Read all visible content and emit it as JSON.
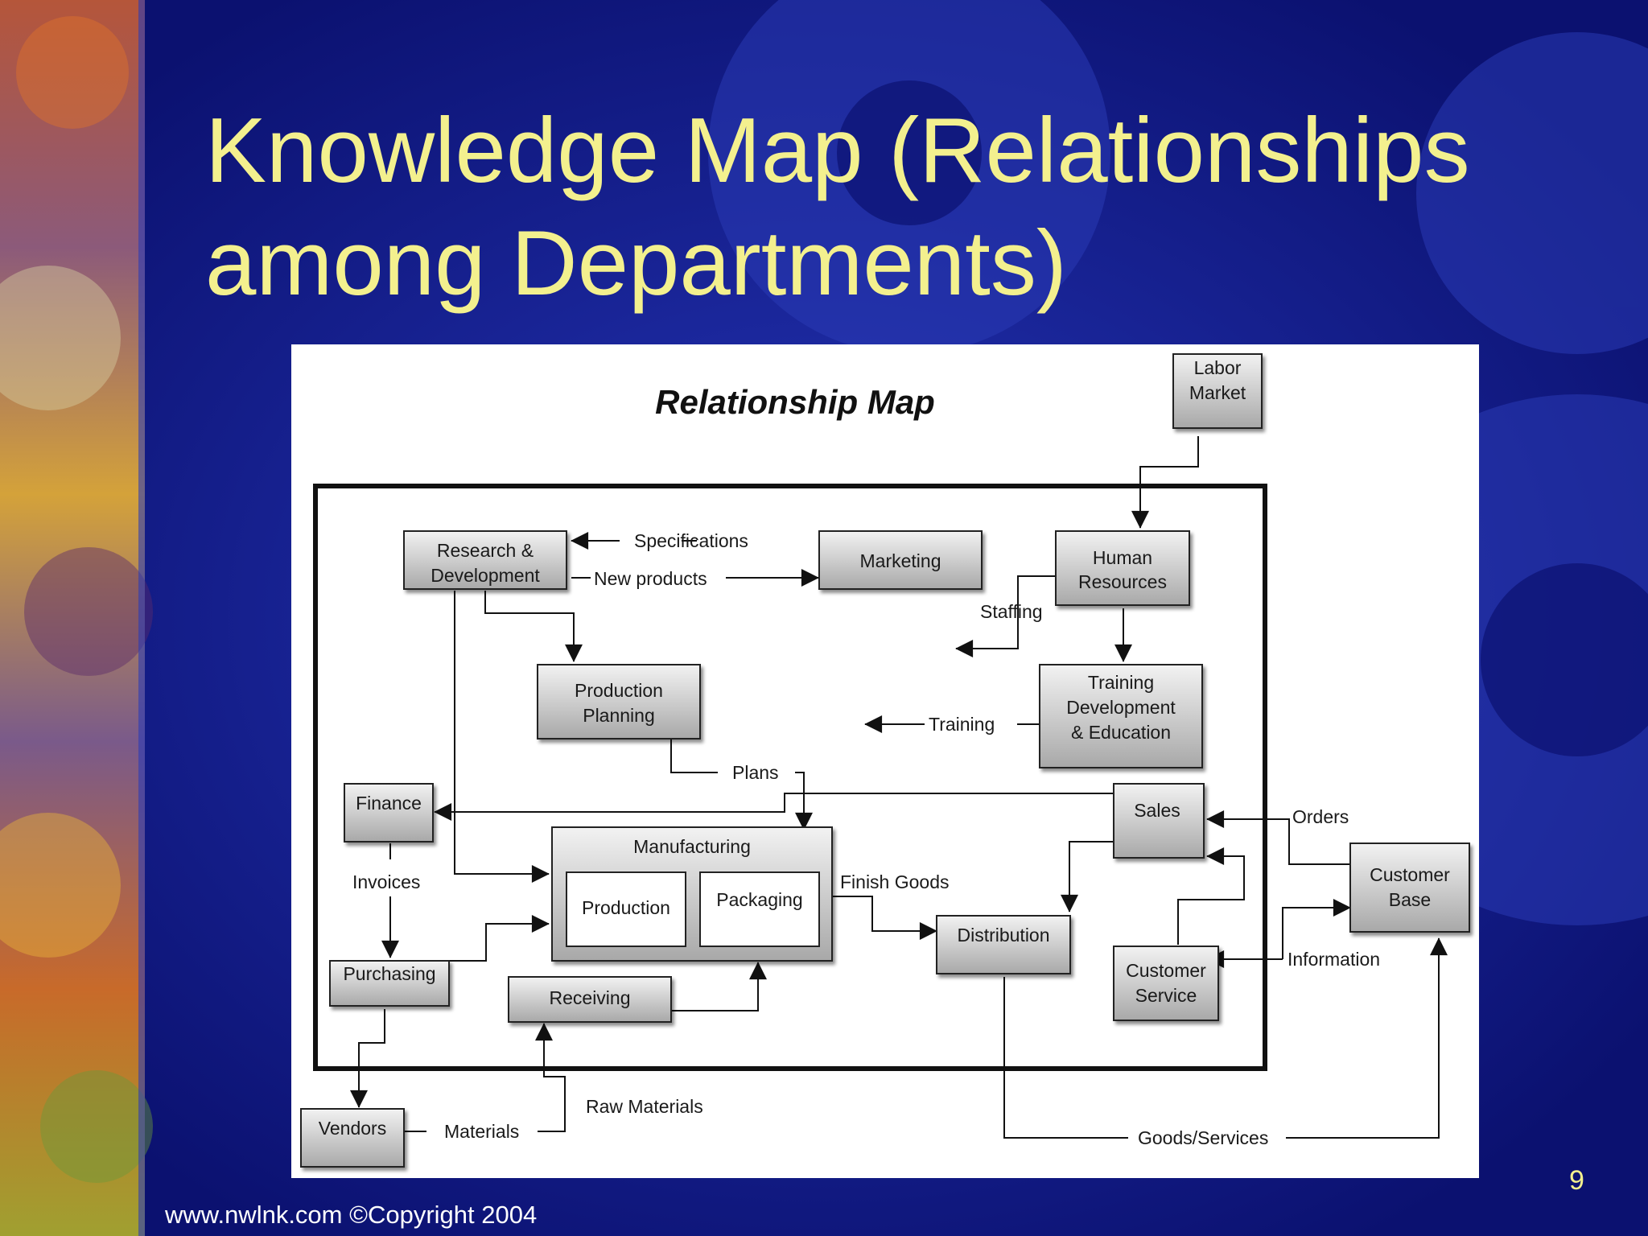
{
  "slide": {
    "title_line1": "Knowledge Map (Relationships",
    "title_line2": "among Departments)",
    "footer": "www.nwlnk.com ©Copyright  2004",
    "page_number": "9"
  },
  "diagram": {
    "title": "Relationship Map",
    "nodes": {
      "labor_market": [
        "Labor",
        "Market"
      ],
      "research_development": [
        "Research &",
        "Development"
      ],
      "marketing": [
        "Marketing"
      ],
      "human_resources": [
        "Human",
        "Resources"
      ],
      "production_planning": [
        "Production",
        "Planning"
      ],
      "training": [
        "Training",
        "Development",
        "& Education"
      ],
      "finance": [
        "Finance"
      ],
      "sales": [
        "Sales"
      ],
      "manufacturing": [
        "Manufacturing"
      ],
      "production": [
        "Production"
      ],
      "packaging": [
        "Packaging"
      ],
      "distribution": [
        "Distribution"
      ],
      "customer_base": [
        "Customer",
        "Base"
      ],
      "customer_service": [
        "Customer",
        "Service"
      ],
      "purchasing": [
        "Purchasing"
      ],
      "receiving": [
        "Receiving"
      ],
      "vendors": [
        "Vendors"
      ]
    },
    "edge_labels": {
      "specifications": "Specifications",
      "new_products": "New products",
      "staffing": "Staffing",
      "training": "Training",
      "plans": "Plans",
      "orders": "Orders",
      "invoices": "Invoices",
      "finish_goods": "Finish Goods",
      "information": "Information",
      "raw_materials": "Raw Materials",
      "materials": "Materials",
      "goods_services": "Goods/Services"
    }
  }
}
